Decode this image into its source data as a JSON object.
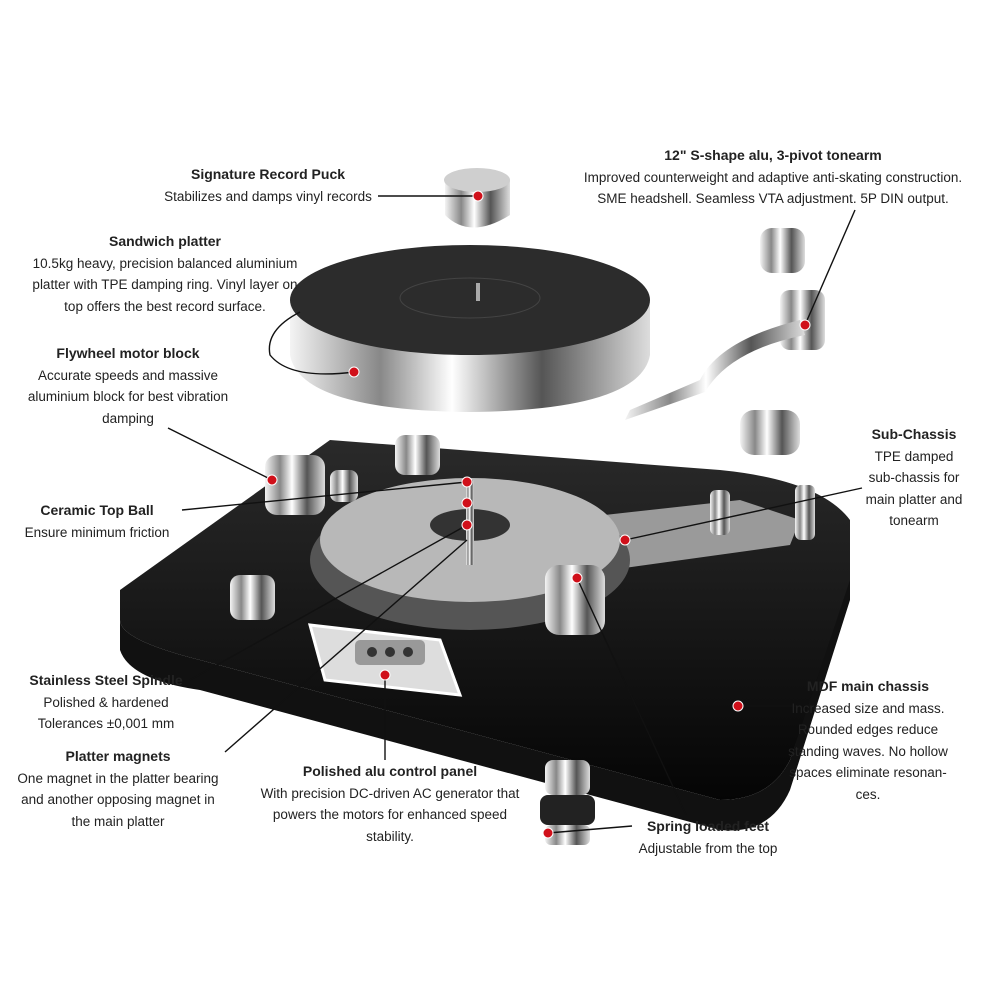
{
  "accent_color": "#d0101a",
  "labels": {
    "puck": {
      "title": "Signature Record Puck",
      "lines": [
        "Stabilizes and damps vinyl records"
      ]
    },
    "platter": {
      "title": "Sandwich platter",
      "lines": [
        "10.5kg heavy, precision balanced aluminium",
        "platter with TPE damping ring. Vinyl layer on",
        "top offers the best record surface."
      ]
    },
    "flywheel": {
      "title": "Flywheel motor block",
      "lines": [
        "Accurate speeds and massive",
        "aluminium block for best vibration",
        "damping"
      ]
    },
    "ceramic": {
      "title": "Ceramic Top Ball",
      "lines": [
        "Ensure minimum friction"
      ]
    },
    "spindle": {
      "title": "Stainless Steel Spindle",
      "lines": [
        "Polished & hardened",
        "Tolerances ±0,001 mm"
      ]
    },
    "magnets": {
      "title": "Platter magnets",
      "lines": [
        "One magnet in the platter bearing",
        "and another opposing magnet in",
        "the main platter"
      ]
    },
    "control": {
      "title": "Polished alu control panel",
      "lines": [
        "With precision DC-driven AC generator that",
        "powers the motors for enhanced speed",
        "stability."
      ]
    },
    "feet": {
      "title": "Spring loaded feet",
      "lines": [
        "Adjustable from the top"
      ]
    },
    "mdf": {
      "title": "MDF main chassis",
      "lines": [
        "Increased size and mass.",
        "Rounded edges reduce",
        "standing waves. No hollow",
        "spaces eliminate resonan-",
        "ces."
      ]
    },
    "subchassis": {
      "title": "Sub-Chassis",
      "lines": [
        "TPE damped",
        "sub-chassis for",
        "main platter and",
        "tonearm"
      ]
    },
    "tonearm": {
      "title": "12\" S-shape alu, 3-pivot tonearm",
      "lines": [
        "Improved counterweight and adaptive anti-skating construction.",
        "SME headshell. Seamless VTA adjustment. 5P DIN output."
      ]
    }
  }
}
